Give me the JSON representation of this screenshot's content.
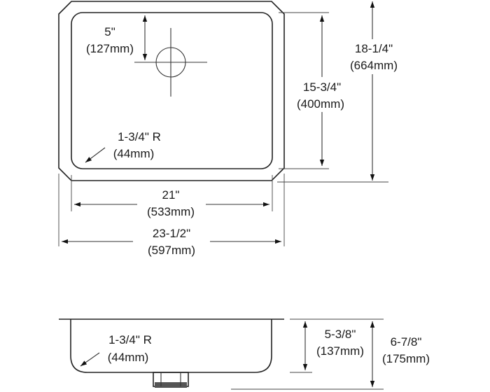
{
  "plan_view": {
    "drain_offset": {
      "imperial": "5\"",
      "metric": "(127mm)"
    },
    "corner_radius": {
      "imperial": "1-3/4\" R",
      "metric": "(44mm)"
    },
    "bowl_depth_front_back": {
      "imperial": "15-3/4\"",
      "metric": "(400mm)"
    },
    "overall_depth": {
      "imperial": "18-1/4\"",
      "metric": "(664mm)"
    },
    "bowl_width": {
      "imperial": "21\"",
      "metric": "(533mm)"
    },
    "overall_width": {
      "imperial": "23-1/2\"",
      "metric": "(597mm)"
    }
  },
  "section_view": {
    "corner_radius": {
      "imperial": "1-3/4\" R",
      "metric": "(44mm)"
    },
    "bowl_depth": {
      "imperial": "5-3/8\"",
      "metric": "(137mm)"
    },
    "overall_height": {
      "imperial": "6-7/8\"",
      "metric": "(175mm)"
    }
  }
}
